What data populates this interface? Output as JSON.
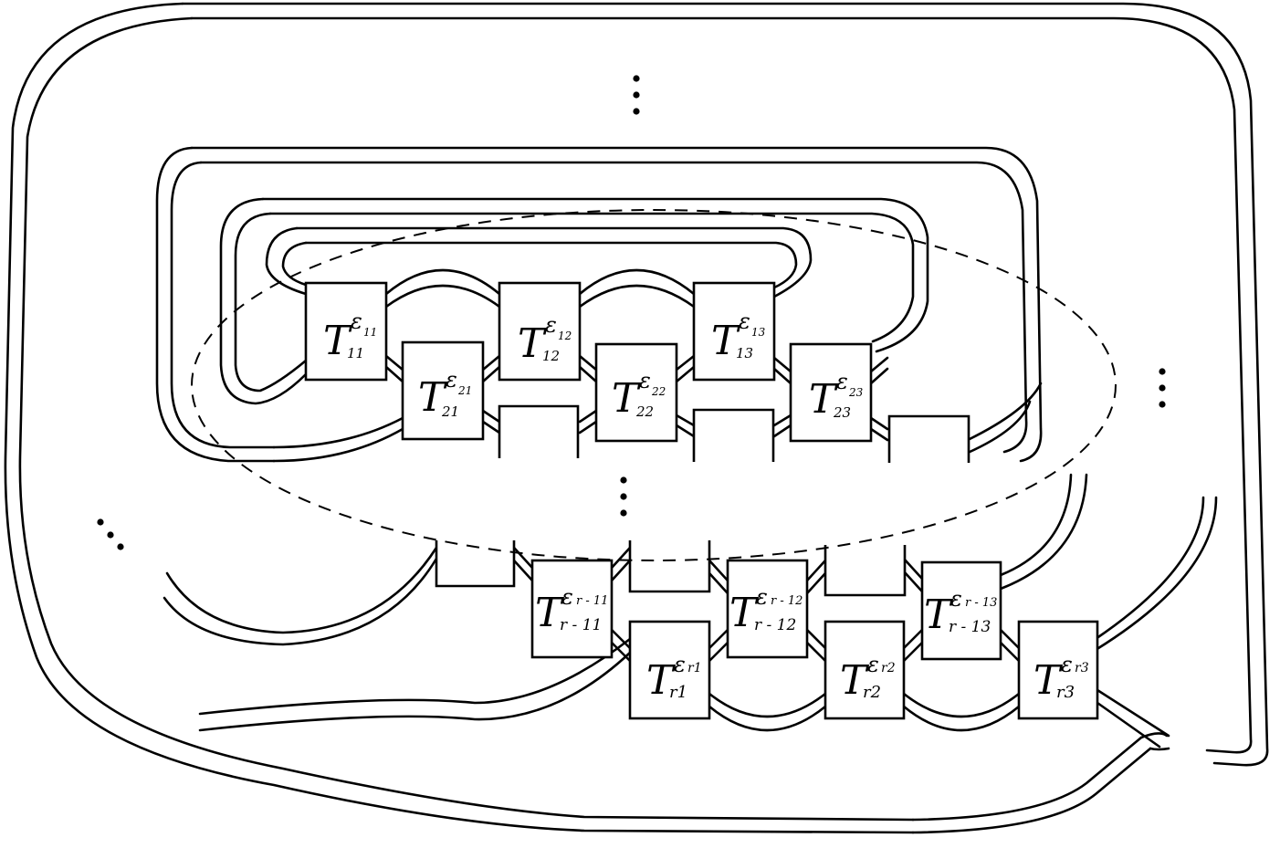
{
  "tangles": [
    {
      "id": "t11",
      "base": "T",
      "sup": "11",
      "sub": "11"
    },
    {
      "id": "t12",
      "base": "T",
      "sup": "12",
      "sub": "12"
    },
    {
      "id": "t13",
      "base": "T",
      "sup": "13",
      "sub": "13"
    },
    {
      "id": "t21",
      "base": "T",
      "sup": "21",
      "sub": "21"
    },
    {
      "id": "t22",
      "base": "T",
      "sup": "22",
      "sub": "22"
    },
    {
      "id": "t23",
      "base": "T",
      "sup": "23",
      "sub": "23"
    },
    {
      "id": "tr11",
      "base": "T",
      "sup": "r - 11",
      "sub": "r - 11"
    },
    {
      "id": "tr12",
      "base": "T",
      "sup": "r - 12",
      "sub": "r - 12"
    },
    {
      "id": "tr13",
      "base": "T",
      "sup": "r - 13",
      "sub": "r - 13"
    },
    {
      "id": "tr1",
      "base": "T",
      "sup": "r1",
      "sub": "r1"
    },
    {
      "id": "tr2",
      "base": "T",
      "sup": "r2",
      "sub": "r2"
    },
    {
      "id": "tr3",
      "base": "T",
      "sup": "r3",
      "sub": "r3"
    }
  ],
  "epsilon": "ε",
  "ellipsis_count": 4
}
